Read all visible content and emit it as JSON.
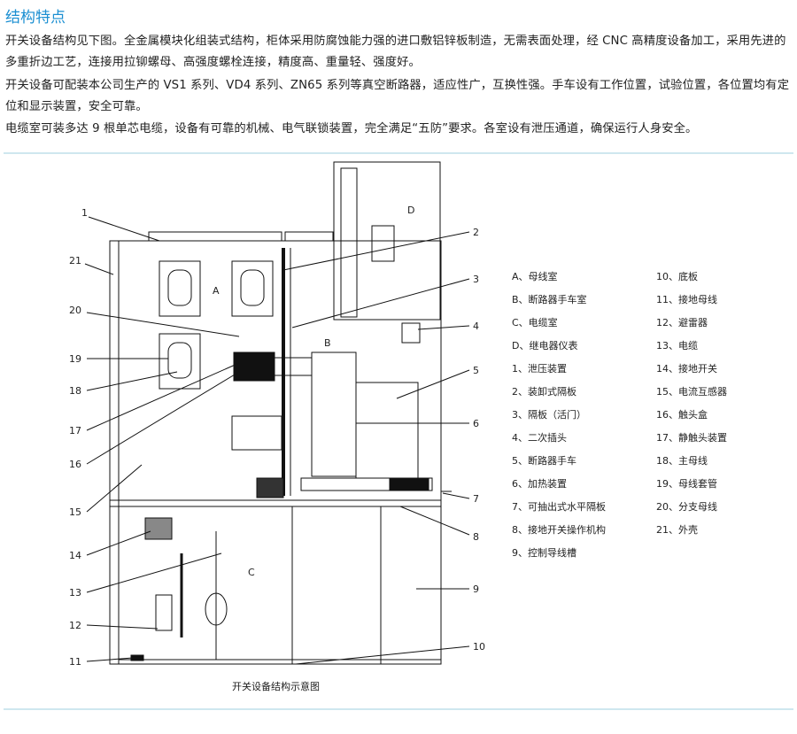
{
  "section_title": "结构特点",
  "paragraphs": [
    "开关设备结构见下图。全金属模块化组装式结构，柜体采用防腐蚀能力强的进口敷铝锌板制造，无需表面处理，经 CNC 高精度设备加工，采用先进的多重折边工艺，连接用拉铆螺母、高强度螺栓连接，精度高、重量轻、强度好。",
    "开关设备可配装本公司生产的 VS1 系列、VD4 系列、ZN65 系列等真空断路器，适应性广，互换性强。手车设有工作位置，试验位置，各位置均有定位和显示装置，安全可靠。",
    "电缆室可装多达 9 根单芯电缆，设备有可靠的机械、电气联锁装置，完全满足“五防”要求。各室设有泄压通道，确保运行人身安全。"
  ],
  "diagram": {
    "caption": "开关设备结构示意图",
    "compartments": [
      "A",
      "B",
      "C",
      "D"
    ],
    "callouts_left": [
      "1",
      "21",
      "20",
      "19",
      "18",
      "17",
      "16",
      "15",
      "14",
      "13",
      "12",
      "11"
    ],
    "callouts_right": [
      "2",
      "3",
      "4",
      "5",
      "6",
      "7",
      "8",
      "9",
      "10"
    ]
  },
  "legend": {
    "col1": [
      "A、母线室",
      "B、断路器手车室",
      "C、电缆室",
      "D、继电器仪表",
      "1、泄压装置",
      "2、装卸式隔板",
      "3、隔板（活门）",
      "4、二次插头",
      "5、断路器手车",
      "6、加热装置",
      "7、可抽出式水平隔板",
      "8、接地开关操作机构",
      "9、控制导线槽"
    ],
    "col2": [
      "10、底板",
      "11、接地母线",
      "12、避雷器",
      "13、电缆",
      "14、接地开关",
      "15、电流互感器",
      "16、触头盒",
      "17、静触头装置",
      "18、主母线",
      "19、母线套管",
      "20、分支母线",
      "21、外壳"
    ]
  }
}
